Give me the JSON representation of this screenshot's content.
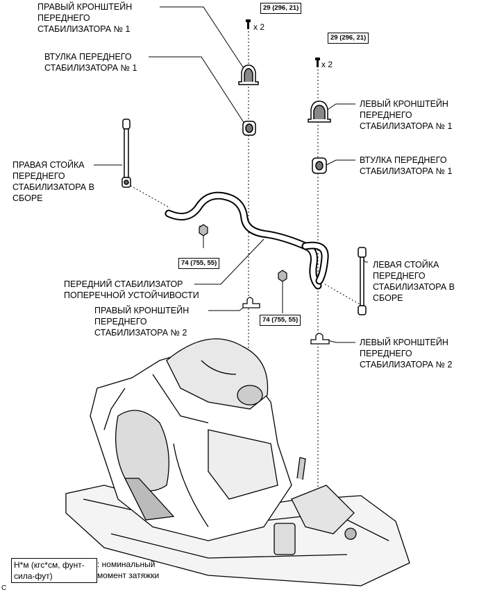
{
  "labels": {
    "right_bracket_1": "ПРАВЫЙ КРОНШТЕЙН\nПЕРЕДНЕГО\nСТАБИЛИЗАТОРА № 1",
    "bushing_right": "ВТУЛКА ПЕРЕДНЕГО\nСТАБИЛИЗАТОРА № 1",
    "left_bracket_1": "ЛЕВЫЙ КРОНШТЕЙН\nПЕРЕДНЕГО\nСТАБИЛИЗАТОРА № 1",
    "bushing_left": "ВТУЛКА ПЕРЕДНЕГО\nСТАБИЛИЗАТОРА № 1",
    "right_link": "ПРАВАЯ СТОЙКА\nПЕРЕДНЕГО\nСТАБИЛИЗАТОРА В\nСБОРЕ",
    "front_stabilizer": "ПЕРЕДНИЙ СТАБИЛИЗАТОР\nПОПЕРЕЧНОЙ УСТОЙЧИВОСТИ",
    "right_bracket_2": "ПРАВЫЙ КРОНШТЕЙН\nПЕРЕДНЕГО\nСТАБИЛИЗАТОРА № 2",
    "left_link": "ЛЕВАЯ СТОЙКА\nПЕРЕДНЕГО\nСТАБИЛИЗАТОРА В\nСБОРЕ",
    "left_bracket_2": "ЛЕВЫЙ КРОНШТЕЙН\nПЕРЕДНЕГО\nСТАБИЛИЗАТОРА № 2"
  },
  "torques": {
    "bolt_right": "29 (296, 21)",
    "bolt_left": "29 (296, 21)",
    "nut_right": "74 (755, 55)",
    "nut_left": "74 (755, 55)"
  },
  "quantities": {
    "bolt_right": "x 2",
    "bolt_left": "x 2"
  },
  "legend": {
    "unit": "Н*м (кгс*см, фунт-\nсила-фут)",
    "description": ": номинальный\nмомент затяжки"
  },
  "corner_code": "C"
}
